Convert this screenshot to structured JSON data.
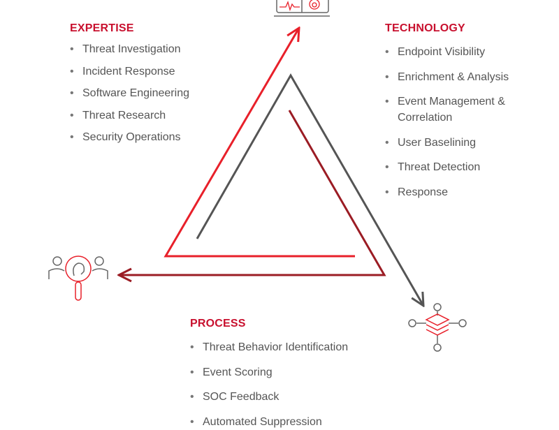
{
  "expertise": {
    "title": "EXPERTISE",
    "items": [
      "Threat Investigation",
      "Incident Response",
      "Software Engineering",
      "Threat Research",
      "Security Operations"
    ]
  },
  "technology": {
    "title": "TECHNOLOGY",
    "items": [
      "Endpoint Visibility",
      "Enrichment & Analysis",
      "Event Management & Correlation",
      "User Baselining",
      "Threat Detection",
      "Response"
    ]
  },
  "process": {
    "title": "PROCESS",
    "items": [
      "Threat Behavior Identification",
      "Event Scoring",
      "SOC Feedback",
      "Automated Suppression"
    ]
  },
  "colors": {
    "accent": "#c8102e",
    "bright_red": "#e8202a",
    "dark_red": "#9b1c24",
    "gray": "#555555"
  }
}
